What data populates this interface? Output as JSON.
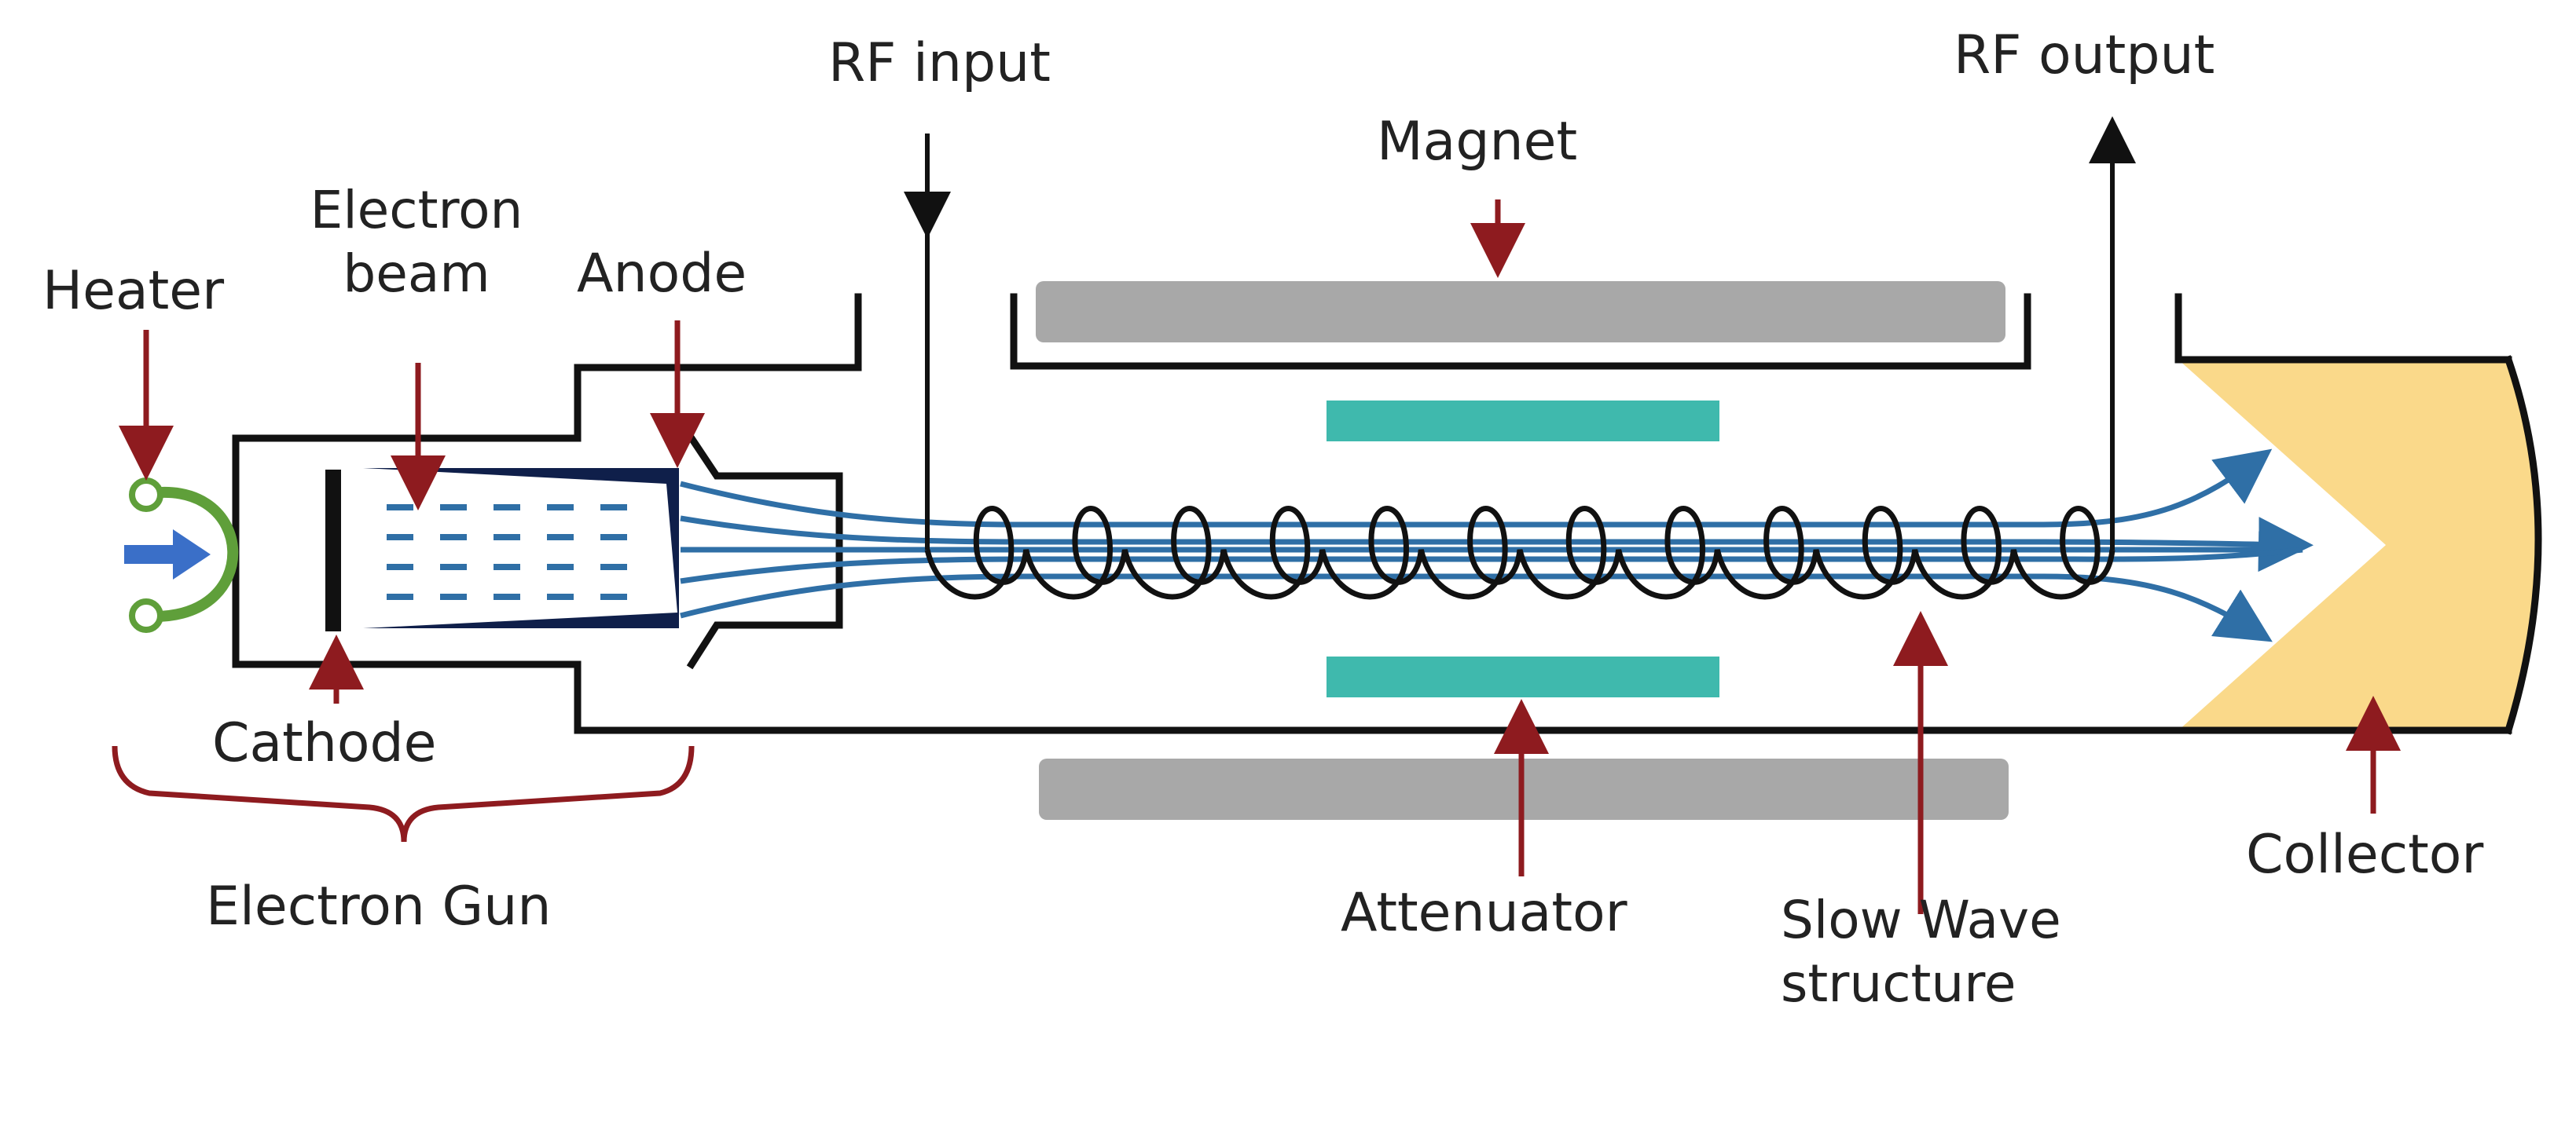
{
  "diagram": {
    "colors": {
      "outline": "#111111",
      "pointer_arrow": "#8e1b1f",
      "beam": "#2f6fa6",
      "attenuator": "#3fb9ad",
      "magnet": "#a8a8a8",
      "collector": "#fad98a",
      "heater": "#5f9f3a",
      "beam_in_arrow": "#3a6fc8",
      "gun_plate": "#0f1f4a"
    },
    "labels": {
      "heater": "Heater",
      "electron_beam": "Electron\nbeam",
      "anode": "Anode",
      "rf_input": "RF input",
      "magnet": "Magnet",
      "rf_output": "RF output",
      "cathode": "Cathode",
      "electron_gun": "Electron Gun",
      "attenuator": "Attenuator",
      "slow_wave_structure": "Slow Wave\nstructure",
      "collector": "Collector"
    }
  }
}
